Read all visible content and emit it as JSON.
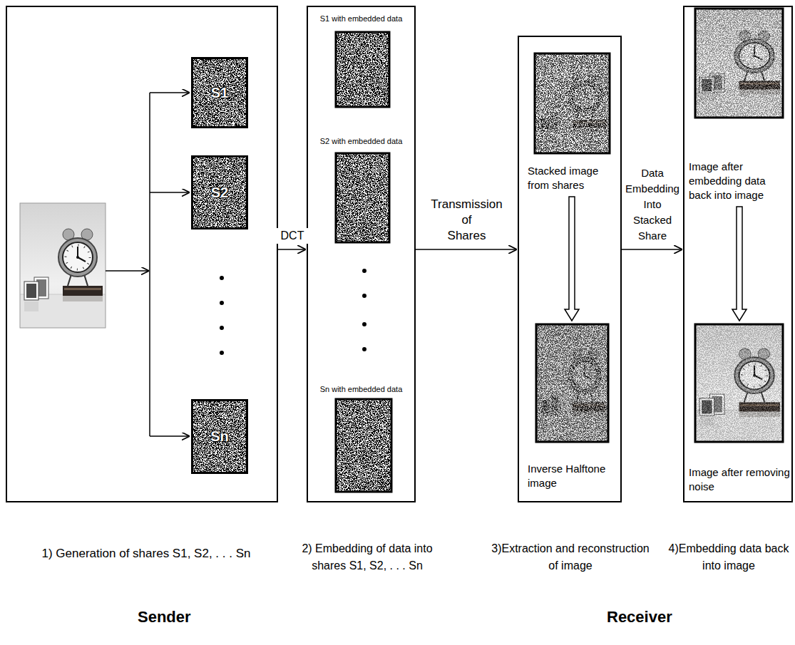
{
  "diagram": {
    "nodes": [
      {
        "text": [
          "1) Generation of shares S1, S2, . . . Sn"
        ]
      },
      {
        "text": [
          "S1"
        ],
        "in": 0
      },
      {
        "text": [
          "S2"
        ],
        "in": 0
      },
      {
        "text": [
          "Sn"
        ],
        "in": 0
      },
      {
        "text": [
          "2) Embedding of data into shares S1, S2, . . . Sn"
        ]
      },
      {
        "text": [
          "S1 with embedded data"
        ],
        "in": 4
      },
      {
        "text": [
          "S2 with embedded data"
        ],
        "in": 4
      },
      {
        "text": [
          "Sn with embedded data"
        ],
        "in": 4
      },
      {
        "text": [
          "3)Extraction and reconstruction of image"
        ]
      },
      {
        "text": [
          "Stacked image from shares"
        ],
        "in": 8
      },
      {
        "text": [
          "Inverse Halftone image"
        ],
        "in": 8
      },
      {
        "text": [
          "4)Embedding data back into image"
        ]
      },
      {
        "text": [
          "Image after embedding data back into image"
        ],
        "in": 11
      },
      {
        "text": [
          "Image after removing noise"
        ],
        "in": 11
      }
    ],
    "edges": [
      {
        "from": 0,
        "to": 4,
        "label": "DCT",
        "arrow": "to"
      },
      {
        "from": 4,
        "to": 8,
        "label": "Transmission of Shares",
        "arrow": "to"
      },
      {
        "from": 8,
        "to": 11,
        "label": "Data Embedding Into Stacked Share",
        "arrow": "to"
      },
      {
        "from": 9,
        "to": 10,
        "arrow": "to"
      },
      {
        "from": 12,
        "to": 13,
        "arrow": "to"
      }
    ],
    "labels": [
      "Sender",
      "Receiver"
    ]
  }
}
